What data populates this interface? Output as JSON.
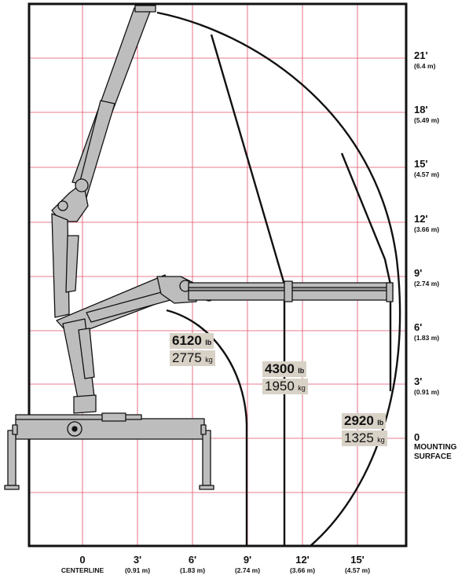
{
  "y_axis": [
    {
      "ft": "21'",
      "m": "(6.4 m)"
    },
    {
      "ft": "18'",
      "m": "(5.49 m)"
    },
    {
      "ft": "15'",
      "m": "(4.57 m)"
    },
    {
      "ft": "12'",
      "m": "(3.66 m)"
    },
    {
      "ft": "9'",
      "m": "(2.74 m)"
    },
    {
      "ft": "6'",
      "m": "(1.83 m)"
    },
    {
      "ft": "3'",
      "m": "(0.91 m)"
    },
    {
      "ft": "0",
      "m": "MOUNTING",
      "m2": "SURFACE"
    }
  ],
  "x_axis": [
    {
      "ft": "0",
      "m": "CENTERLINE"
    },
    {
      "ft": "3'",
      "m": "(0.91 m)"
    },
    {
      "ft": "6'",
      "m": "(1.83 m)"
    },
    {
      "ft": "9'",
      "m": "(2.74 m)"
    },
    {
      "ft": "12'",
      "m": "(3.66 m)"
    },
    {
      "ft": "15'",
      "m": "(4.57 m)"
    }
  ],
  "capacities": [
    {
      "lb": "6120",
      "lb_unit": "lb",
      "kg": "2775",
      "kg_unit": "kg"
    },
    {
      "lb": "4300",
      "lb_unit": "lb",
      "kg": "1950",
      "kg_unit": "kg"
    },
    {
      "lb": "2920",
      "lb_unit": "lb",
      "kg": "1325",
      "kg_unit": "kg"
    }
  ],
  "colors": {
    "grid": "#e0506a",
    "crane": "#bdbdbd",
    "outline": "#111111",
    "label_bg": "#d8d1c6"
  }
}
